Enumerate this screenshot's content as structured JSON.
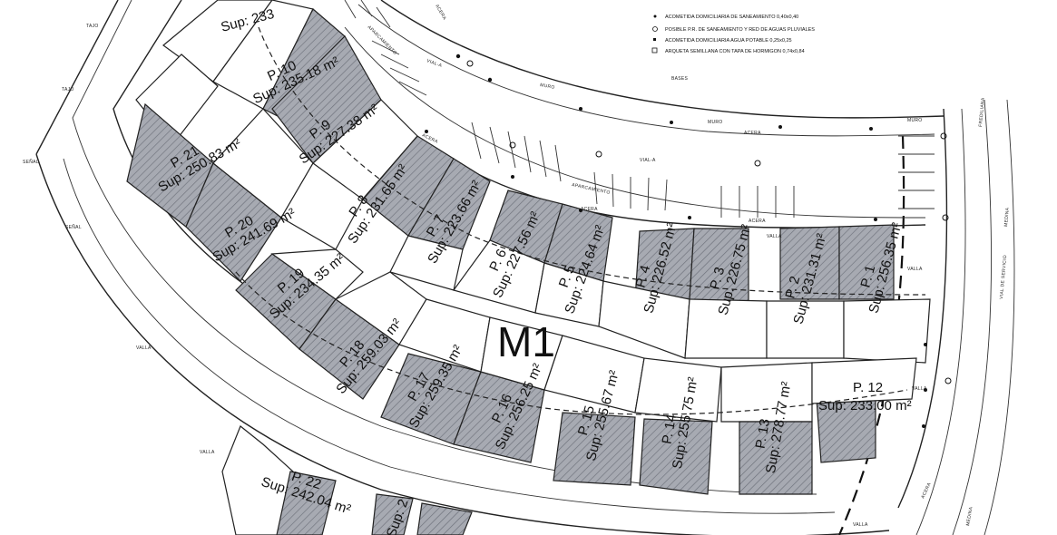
{
  "block_label": "M1",
  "legend": [
    {
      "symbol": "dot",
      "text": "ACOMETIDA DOMICILIARIA DE SANEAMIENTO 0,40x0,40"
    },
    {
      "symbol": "circle",
      "text": "POSIBLE P.R. DE SANEAMIENTO Y RED DE AGUAS PLUVIALES"
    },
    {
      "symbol": "square-dot",
      "text": "ACOMETIDA DOMICILIARIA AGUA POTABLE 0,25x0,25"
    },
    {
      "symbol": "square",
      "text": "ARQUETA SEMILLANA CON TAPA DE HORMIGON 0,74x0,84"
    }
  ],
  "plots": [
    {
      "id": "P-1",
      "line1": "P. 1",
      "line2": "Sup: 256.35 m²"
    },
    {
      "id": "P-3",
      "line1": "P. 3",
      "line2": "Sup: 226.75 m²"
    },
    {
      "id": "P-4",
      "line1": "P. 4",
      "line2": "Sup: 226.52 m²"
    },
    {
      "id": "P-2",
      "line1": "P. 2",
      "line2": "Sup: 231.31 m²"
    },
    {
      "id": "P-5",
      "line1": "P. 5",
      "line2": "Sup: 224.64 m²"
    },
    {
      "id": "P-6",
      "line1": "P. 6",
      "line2": "Sup: 227.56 m²"
    },
    {
      "id": "P-7",
      "line1": "P. 7",
      "line2": "Sup: 223.66 m²"
    },
    {
      "id": "P-8",
      "line1": "P. 8",
      "line2": "Sup: 231.65 m²"
    },
    {
      "id": "P-9",
      "line1": "P. 9",
      "line2": "Sup: 227.38 m²"
    },
    {
      "id": "P-10",
      "line1": "P. 10",
      "line2": "Sup: 235.18 m²"
    },
    {
      "id": "P-11",
      "line1": "",
      "line2": "Sup: 233"
    },
    {
      "id": "P-12",
      "line1": "P. 12",
      "line2": "Sup: 233.00 m²"
    },
    {
      "id": "P-13",
      "line1": "P. 13",
      "line2": "Sup: 278.77 m²"
    },
    {
      "id": "P-14",
      "line1": "P. 14",
      "line2": "Sup: 255.75 m²"
    },
    {
      "id": "P-15",
      "line1": "P. 15",
      "line2": "Sup: 255.67 m²"
    },
    {
      "id": "P-16",
      "line1": "P. 16",
      "line2": "Sup: 256.25 m²"
    },
    {
      "id": "P-17",
      "line1": "P. 17",
      "line2": "Sup: 259.35 m²"
    },
    {
      "id": "P-18",
      "line1": "P. 18",
      "line2": "Sup: 259.03 m²"
    },
    {
      "id": "P-19",
      "line1": "P. 19",
      "line2": "Sup: 234.35 m²"
    },
    {
      "id": "P-20",
      "line1": "P. 20",
      "line2": "Sup: 241.69 m²"
    },
    {
      "id": "P-21",
      "line1": "P. 21",
      "line2": "Sup: 250.83 m²"
    },
    {
      "id": "P-22",
      "line1": "P. 22",
      "line2": "Sup: 242.04 m²"
    },
    {
      "id": "P-23",
      "line1": "",
      "line2": "Sup: 2"
    }
  ],
  "street_labels": {
    "acera": "ACERA",
    "vial_a": "VIAL-A",
    "muro": "MURO",
    "aparcamiento": "APARCAMIENTO",
    "valla": "VALLA",
    "tajo": "TAJO",
    "senal": "SEÑAL",
    "bases": "BASES",
    "vial_servicio": "VIAL DE SERVICIO",
    "medina": "MEDINA",
    "frediliana": "FREDILIANA"
  }
}
